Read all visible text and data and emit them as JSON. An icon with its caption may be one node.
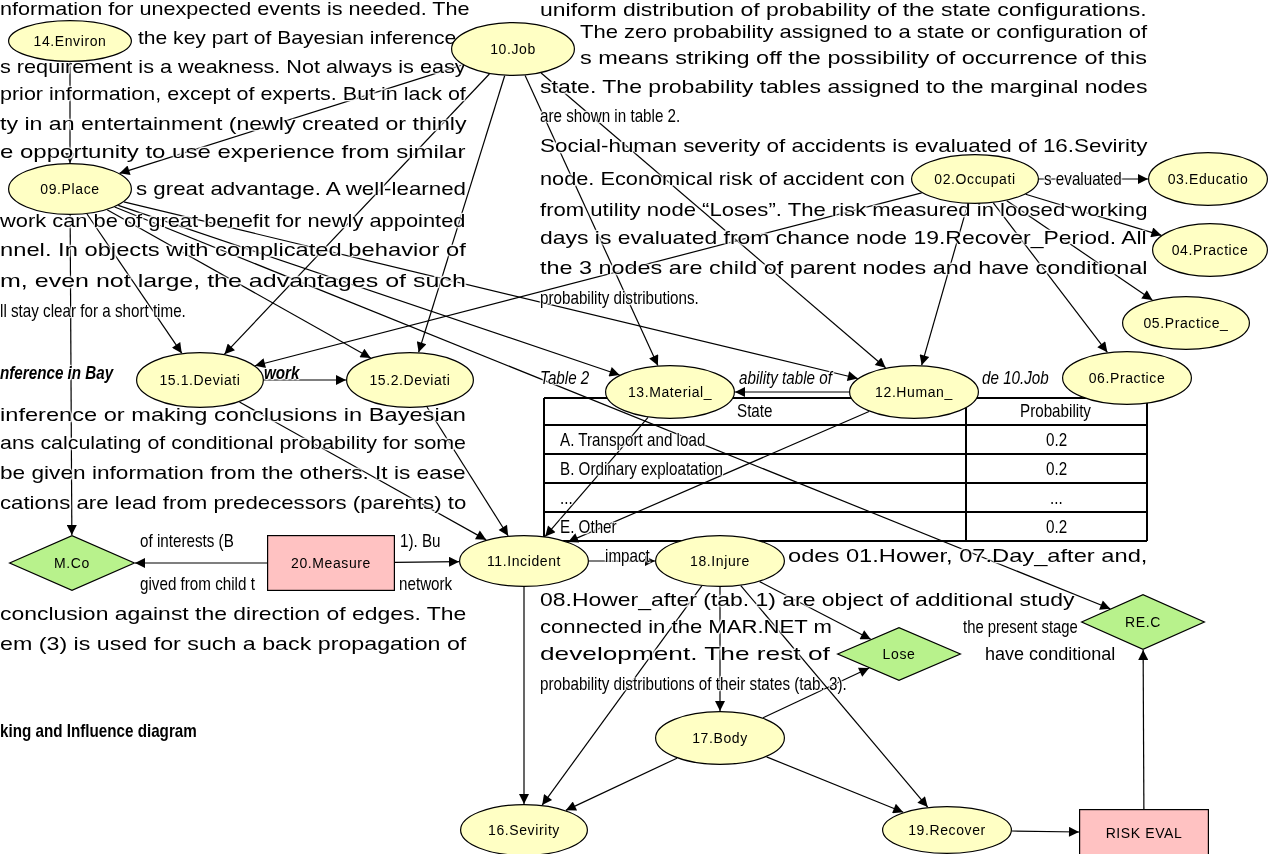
{
  "diagram": {
    "nodes": [
      {
        "text": [
          "14.Environ"
        ]
      },
      {
        "text": [
          "10.Job"
        ]
      },
      {
        "text": [
          "09.Place"
        ]
      },
      {
        "text": [
          "02.Occupati"
        ]
      },
      {
        "text": [
          "03.Educatio"
        ]
      },
      {
        "text": [
          "04.Practice"
        ]
      },
      {
        "text": [
          "05.Practice_"
        ]
      },
      {
        "text": [
          "15.1.Deviati"
        ]
      },
      {
        "text": [
          "15.2.Deviati"
        ]
      },
      {
        "text": [
          "13.Material_"
        ]
      },
      {
        "text": [
          "12.Human_"
        ]
      },
      {
        "text": [
          "06.Practice"
        ]
      },
      {
        "text": [
          "M.Co"
        ]
      },
      {
        "text": [
          "20.Measure"
        ]
      },
      {
        "text": [
          "11.Incident"
        ]
      },
      {
        "text": [
          "18.Injure"
        ]
      },
      {
        "text": [
          "Lose"
        ]
      },
      {
        "text": [
          "RE.C"
        ]
      },
      {
        "text": [
          "17.Body"
        ]
      },
      {
        "text": [
          "16.Sevirity"
        ]
      },
      {
        "text": [
          "19.Recover"
        ]
      },
      {
        "text": [
          "RISK EVAL"
        ]
      }
    ],
    "edges": [
      {
        "from": 0,
        "to": 2,
        "arrow": "to"
      },
      {
        "from": 1,
        "to": 2,
        "arrow": "to"
      },
      {
        "from": 2,
        "to": 12,
        "arrow": "to"
      },
      {
        "from": 1,
        "to": 7,
        "arrow": "to"
      },
      {
        "from": 1,
        "to": 8,
        "arrow": "to"
      },
      {
        "from": 1,
        "to": 9,
        "arrow": "to"
      },
      {
        "from": 1,
        "to": 10,
        "arrow": "to"
      },
      {
        "from": 2,
        "to": 7,
        "arrow": "to"
      },
      {
        "from": 2,
        "to": 8,
        "arrow": "to"
      },
      {
        "from": 2,
        "to": 9,
        "arrow": "to"
      },
      {
        "from": 2,
        "to": 10,
        "arrow": "to"
      },
      {
        "from": 2,
        "to": 17,
        "arrow": "to"
      },
      {
        "from": 3,
        "to": 7,
        "arrow": "to"
      },
      {
        "from": 3,
        "to": 4,
        "arrow": "to"
      },
      {
        "from": 3,
        "to": 5,
        "arrow": "to"
      },
      {
        "from": 3,
        "to": 6,
        "arrow": "to"
      },
      {
        "from": 3,
        "to": 11,
        "arrow": "to"
      },
      {
        "from": 3,
        "to": 10,
        "arrow": "to"
      },
      {
        "from": 7,
        "to": 8,
        "arrow": "to"
      },
      {
        "from": 7,
        "to": 14,
        "arrow": "to"
      },
      {
        "from": 8,
        "to": 14,
        "arrow": "to"
      },
      {
        "from": 9,
        "to": 14,
        "arrow": "to"
      },
      {
        "from": 10,
        "to": 9,
        "arrow": "to"
      },
      {
        "from": 10,
        "to": 14,
        "arrow": "to"
      },
      {
        "from": 13,
        "to": 12,
        "arrow": "to"
      },
      {
        "from": 13,
        "to": 14,
        "arrow": "to"
      },
      {
        "from": 14,
        "to": 15,
        "arrow": "to"
      },
      {
        "from": 14,
        "to": 19,
        "arrow": "to"
      },
      {
        "from": 15,
        "to": 16,
        "arrow": "to"
      },
      {
        "from": 15,
        "to": 18,
        "arrow": "to"
      },
      {
        "from": 15,
        "to": 19,
        "arrow": "to"
      },
      {
        "from": 15,
        "to": 20,
        "arrow": "to"
      },
      {
        "from": 18,
        "to": 16,
        "arrow": "to"
      },
      {
        "from": 18,
        "to": 19,
        "arrow": "to"
      },
      {
        "from": 18,
        "to": 20,
        "arrow": "to"
      },
      {
        "from": 20,
        "to": 21,
        "arrow": "to"
      },
      {
        "from": 21,
        "to": 17,
        "arrow": "to"
      }
    ],
    "labels": [
      "nformation for unexpected events is needed. The",
      "the key part of Bayesian inference",
      "s requirement is a weakness. Not always is easy",
      "prior information, except of experts. But in lack of",
      "ty in an entertainment (newly created or thinly",
      "e opportunity to use experience from similar",
      "s great advantage. A well-learned",
      "work can be of great benefit for newly appointed",
      "nnel. In objects with complicated behavior of",
      "m, even not large, the advantages of such",
      "ll stay clear for a short time.",
      "nference in Bay",
      "work",
      "inference or making conclusions in Bayesian",
      "ans calculating of conditional probability for some",
      "be given information from the others. It is ease",
      "cations are lead from predecessors (parents) to",
      "of interests (B",
      "1). Bu",
      "gived from child t",
      "network",
      "conclusion against the direction of edges. The",
      "em (3) is used for such a back propagation of",
      "king and Influence diagram",
      "uniform distribution of probability of the state configurations.",
      "The zero probability assigned to a state or configuration of",
      "s means striking off the possibility of occurrence of this",
      "state. The probability tables assigned to the marginal nodes",
      "are shown in table 2.",
      "Social-human severity of accidents is evaluated of 16.Sevirity",
      "node. Economical risk of accident con",
      "s evaluated",
      "from utility node “Loses”. The risk measured in loosed working",
      "days is evaluated from chance node 19.Recover_Period. All",
      "the 3 nodes are child of parent nodes and have conditional",
      "probability distributions.",
      "Table 2",
      "ability table of",
      "de 10.Job",
      "State",
      "Probability",
      "A. Transport and load",
      "0.2",
      "B. Ordinary exploatation",
      "0.2",
      "...",
      "...",
      "E. Other",
      "0.2",
      "impact",
      "odes 01.Hower, 07.Day_after and,",
      "08.Hower_after (tab. 1) are object of additional study",
      "connected in the MAR.NET m",
      "the present stage",
      "development. The rest of",
      "have conditional",
      "probability distributions of their states (tab. 3)."
    ]
  }
}
